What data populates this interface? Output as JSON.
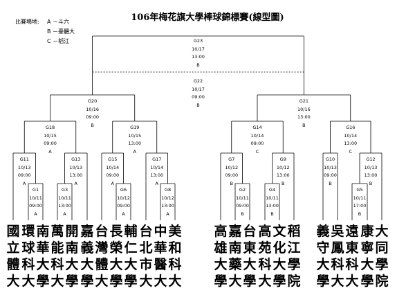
{
  "title": "106年梅花旗大學棒球錦標賽(線型圖)",
  "legend": {
    "label": "比賽場地:",
    "venues": [
      "A －斗六",
      "B －臺體大",
      "C －稻江"
    ]
  },
  "matches": {
    "G1": {
      "id": "G1",
      "date": "10/11",
      "time": "09:00",
      "venue": "A"
    },
    "G2": {
      "id": "G2",
      "date": "10/11",
      "time": "09:00",
      "venue": "B"
    },
    "G3": {
      "id": "G3",
      "date": "10/11",
      "time": "13:00",
      "venue": "A"
    },
    "G4": {
      "id": "G4",
      "date": "10/11",
      "time": "13:00",
      "venue": "B"
    },
    "G5": {
      "id": "G5",
      "date": "10/11",
      "time": "17:00",
      "venue": "B"
    },
    "G6": {
      "id": "G6",
      "date": "10/12",
      "time": "09:00",
      "venue": "A"
    },
    "G7": {
      "id": "G7",
      "date": "10/12",
      "time": "09:00",
      "venue": "B"
    },
    "G8": {
      "id": "G8",
      "date": "10/12",
      "time": "13:00",
      "venue": "A"
    },
    "G9": {
      "id": "G9",
      "date": "10/12",
      "time": "13:00",
      "venue": "B"
    },
    "G10": {
      "id": "G10",
      "date": "10/13",
      "time": "09:00",
      "venue": "B"
    },
    "G11": {
      "id": "G11",
      "date": "10/13",
      "time": "09:00",
      "venue": "A"
    },
    "G12": {
      "id": "G12",
      "date": "10/13",
      "time": "13:00",
      "venue": "B"
    },
    "G13": {
      "id": "G13",
      "date": "10/13",
      "time": "13:00",
      "venue": "A"
    },
    "G14": {
      "id": "G14",
      "date": "10/14",
      "time": "09:00",
      "venue": "C"
    },
    "G15": {
      "id": "G15",
      "date": "10/14",
      "time": "09:00",
      "venue": "A"
    },
    "G16": {
      "id": "G16",
      "date": "10/14",
      "time": "13:00",
      "venue": "C"
    },
    "G17": {
      "id": "G17",
      "date": "10/14",
      "time": "13:00",
      "venue": "A"
    },
    "G18": {
      "id": "G18",
      "date": "10/15",
      "time": "09:00",
      "venue": "A"
    },
    "G19": {
      "id": "G19",
      "date": "10/15",
      "time": "13:00",
      "venue": "A"
    },
    "G20": {
      "id": "G20",
      "date": "10/16",
      "time": "09:00",
      "venue": "B"
    },
    "G21": {
      "id": "G21",
      "date": "10/16",
      "time": "13:00",
      "venue": "B"
    },
    "G22": {
      "id": "G22",
      "date": "10/17",
      "time": "09:00",
      "venue": "B"
    },
    "G23": {
      "id": "G23",
      "date": "10/17",
      "time": "13:00",
      "venue": "B"
    }
  },
  "teams": [
    "國立體大",
    "環球科大",
    "南華大學",
    "萬能科大",
    "開南大學",
    "嘉義大學",
    "台灣體大",
    "長榮大學",
    "輔仁大學",
    "台北市大",
    "中華醫大",
    "美和科大",
    "高雄大學",
    "嘉南藥大",
    "台東大學",
    "高苑科大",
    "文化大學",
    "稻江學院",
    "義守大學",
    "吳鳳科大",
    "遠東科大",
    "康寧大學",
    "大同學院"
  ]
}
